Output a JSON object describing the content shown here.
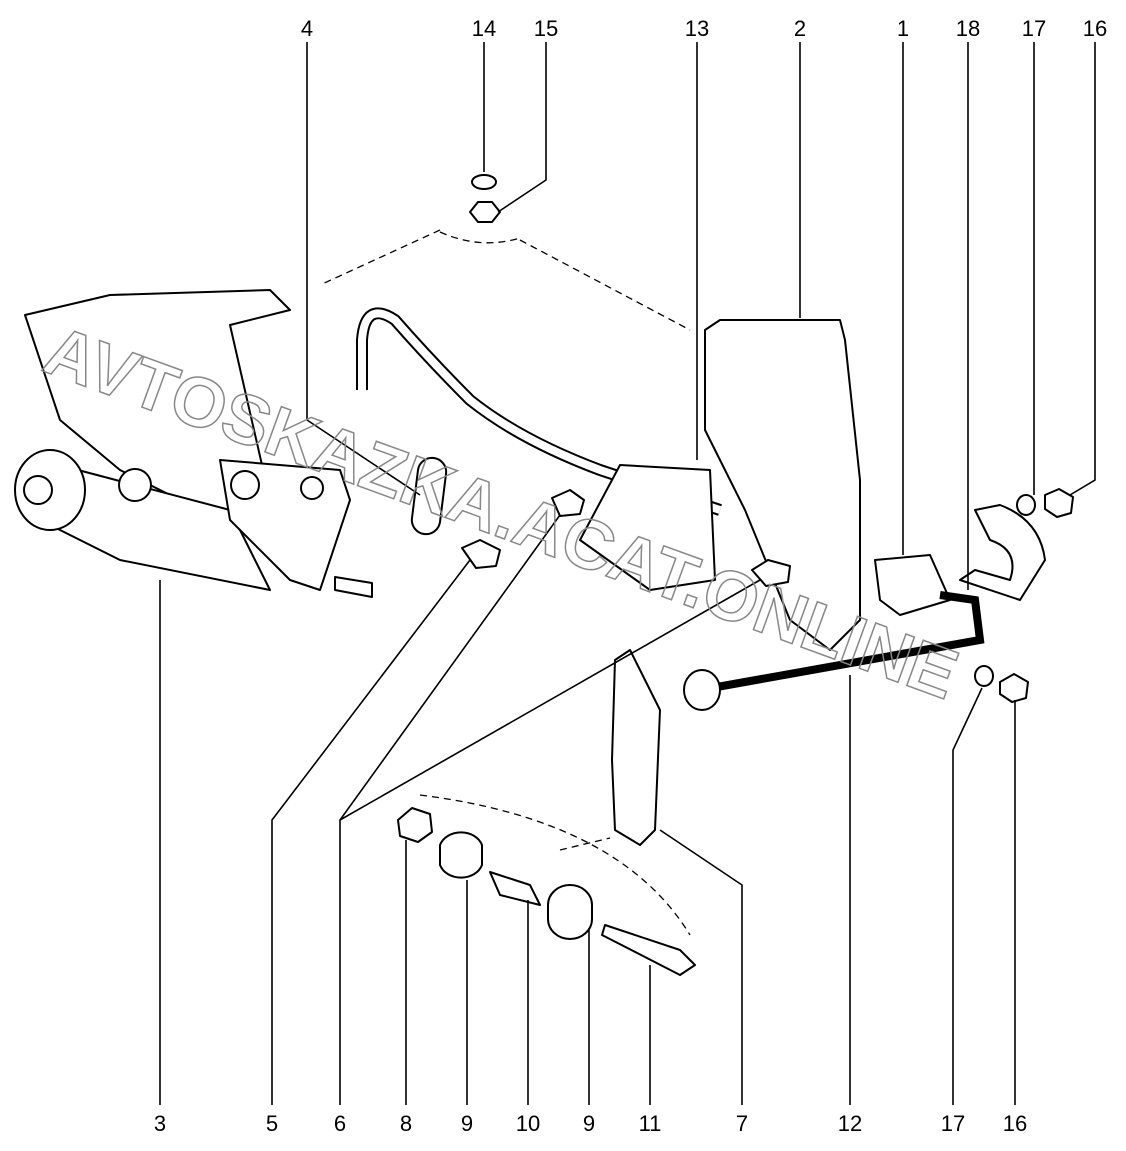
{
  "diagram": {
    "watermark": "AVTOSKAZKA.ACAT.ONLINE",
    "top_labels": [
      "4",
      "14",
      "15",
      "13",
      "2",
      "1",
      "18",
      "17",
      "16"
    ],
    "bottom_labels": [
      "3",
      "5",
      "6",
      "8",
      "9",
      "10",
      "9",
      "11",
      "7",
      "12",
      "17",
      "16"
    ]
  }
}
